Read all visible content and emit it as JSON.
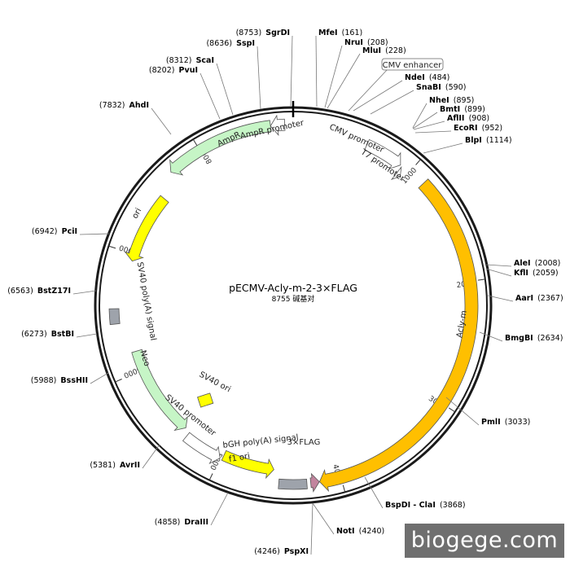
{
  "plasmid": {
    "name": "pECMV-Acly-m-2-3×FLAG",
    "size_label": "8755 碱基对",
    "total_bp": 8755
  },
  "ruler_ticks": [
    {
      "bp": 1000,
      "label": "1000"
    },
    {
      "bp": 2000,
      "label": "2000"
    },
    {
      "bp": 3000,
      "label": "3000"
    },
    {
      "bp": 4000,
      "label": "4000"
    },
    {
      "bp": 5000,
      "label": "5000"
    },
    {
      "bp": 6000,
      "label": "6000"
    },
    {
      "bp": 7000,
      "label": "7000"
    },
    {
      "bp": 8000,
      "label": "8000"
    }
  ],
  "features": [
    {
      "id": "cmv-enhancer",
      "label": "CMV enhancer",
      "type": "callout",
      "color": "#ffffff"
    },
    {
      "id": "cmv-promoter",
      "label": "CMV promoter",
      "type": "arrow",
      "start": 600,
      "end": 910,
      "color": "#ffffff"
    },
    {
      "id": "t7-promoter",
      "label": "T7 promoter",
      "type": "arrow",
      "start": 925,
      "end": 965,
      "color": "#ffffff"
    },
    {
      "id": "acly-m",
      "label": "Acly-m",
      "type": "arrow",
      "start": 1140,
      "end": 4170,
      "color": "#ffbf00"
    },
    {
      "id": "3xflag",
      "label": "3×FLAG",
      "type": "arrow",
      "start": 4172,
      "end": 4240,
      "color": "#c2849e"
    },
    {
      "id": "bgh-polya",
      "label": "bGH poly(A) signal",
      "type": "box",
      "start": 4270,
      "end": 4490,
      "color": "#9ea3ab"
    },
    {
      "id": "f1-ori",
      "label": "f1 ori",
      "type": "arrow",
      "start": 4540,
      "end": 4980,
      "color": "#ffff00"
    },
    {
      "id": "sv40-promoter",
      "label": "SV40 promoter",
      "type": "arrow",
      "start": 5000,
      "end": 5330,
      "color": "#ffffff"
    },
    {
      "id": "sv40-ori",
      "label": "SV40 ori",
      "type": "box",
      "color": "#ffff00"
    },
    {
      "id": "neo",
      "label": "Neo",
      "type": "arrow",
      "start": 5380,
      "end": 6170,
      "color": "#c6f5c6"
    },
    {
      "id": "sv40-polya",
      "label": "SV40 poly(A) signal",
      "type": "box",
      "start": 6420,
      "end": 6540,
      "color": "#9ea3ab"
    },
    {
      "id": "ori",
      "label": "ori",
      "type": "arrow",
      "start": 6940,
      "end": 7530,
      "color": "#ffff00"
    },
    {
      "id": "ampr",
      "label": "AmpR",
      "type": "arrow",
      "start": 7720,
      "end": 8580,
      "color": "#c6f5c6"
    },
    {
      "id": "ampr-promoter",
      "label": "AmpR promoter",
      "type": "arrow",
      "start": 8580,
      "end": 8690,
      "color": "#ffffff"
    }
  ],
  "sites": [
    {
      "name": "SgrDI",
      "pos": "(8753)"
    },
    {
      "name": "SspI",
      "pos": "(8636)"
    },
    {
      "name": "ScaI",
      "pos": "(8312)"
    },
    {
      "name": "PvuI",
      "pos": "(8202)"
    },
    {
      "name": "AhdI",
      "pos": "(7832)"
    },
    {
      "name": "PciI",
      "pos": "(6942)"
    },
    {
      "name": "BstZ17I",
      "pos": "(6563)"
    },
    {
      "name": "BstBI",
      "pos": "(6273)"
    },
    {
      "name": "BssHII",
      "pos": "(5988)"
    },
    {
      "name": "AvrII",
      "pos": "(5381)"
    },
    {
      "name": "DraIII",
      "pos": "(4858)"
    },
    {
      "name": "PspXI",
      "pos": "(4246)"
    },
    {
      "name": "NotI",
      "pos": "(4240)"
    },
    {
      "name": "BspDI - ClaI",
      "pos": "(3868)"
    },
    {
      "name": "PmlI",
      "pos": "(3033)"
    },
    {
      "name": "BmgBI",
      "pos": "(2634)"
    },
    {
      "name": "AarI",
      "pos": "(2367)"
    },
    {
      "name": "KflI",
      "pos": "(2059)"
    },
    {
      "name": "AleI",
      "pos": "(2008)"
    },
    {
      "name": "BlpI",
      "pos": "(1114)"
    },
    {
      "name": "EcoRI",
      "pos": "(952)"
    },
    {
      "name": "AflII",
      "pos": "(908)"
    },
    {
      "name": "BmtI",
      "pos": "(899)"
    },
    {
      "name": "NheI",
      "pos": "(895)"
    },
    {
      "name": "SnaBI",
      "pos": "(590)"
    },
    {
      "name": "NdeI",
      "pos": "(484)"
    },
    {
      "name": "MluI",
      "pos": "(228)"
    },
    {
      "name": "NruI",
      "pos": "(208)"
    },
    {
      "name": "MfeI",
      "pos": "(161)"
    }
  ],
  "watermark": "biogege.com"
}
